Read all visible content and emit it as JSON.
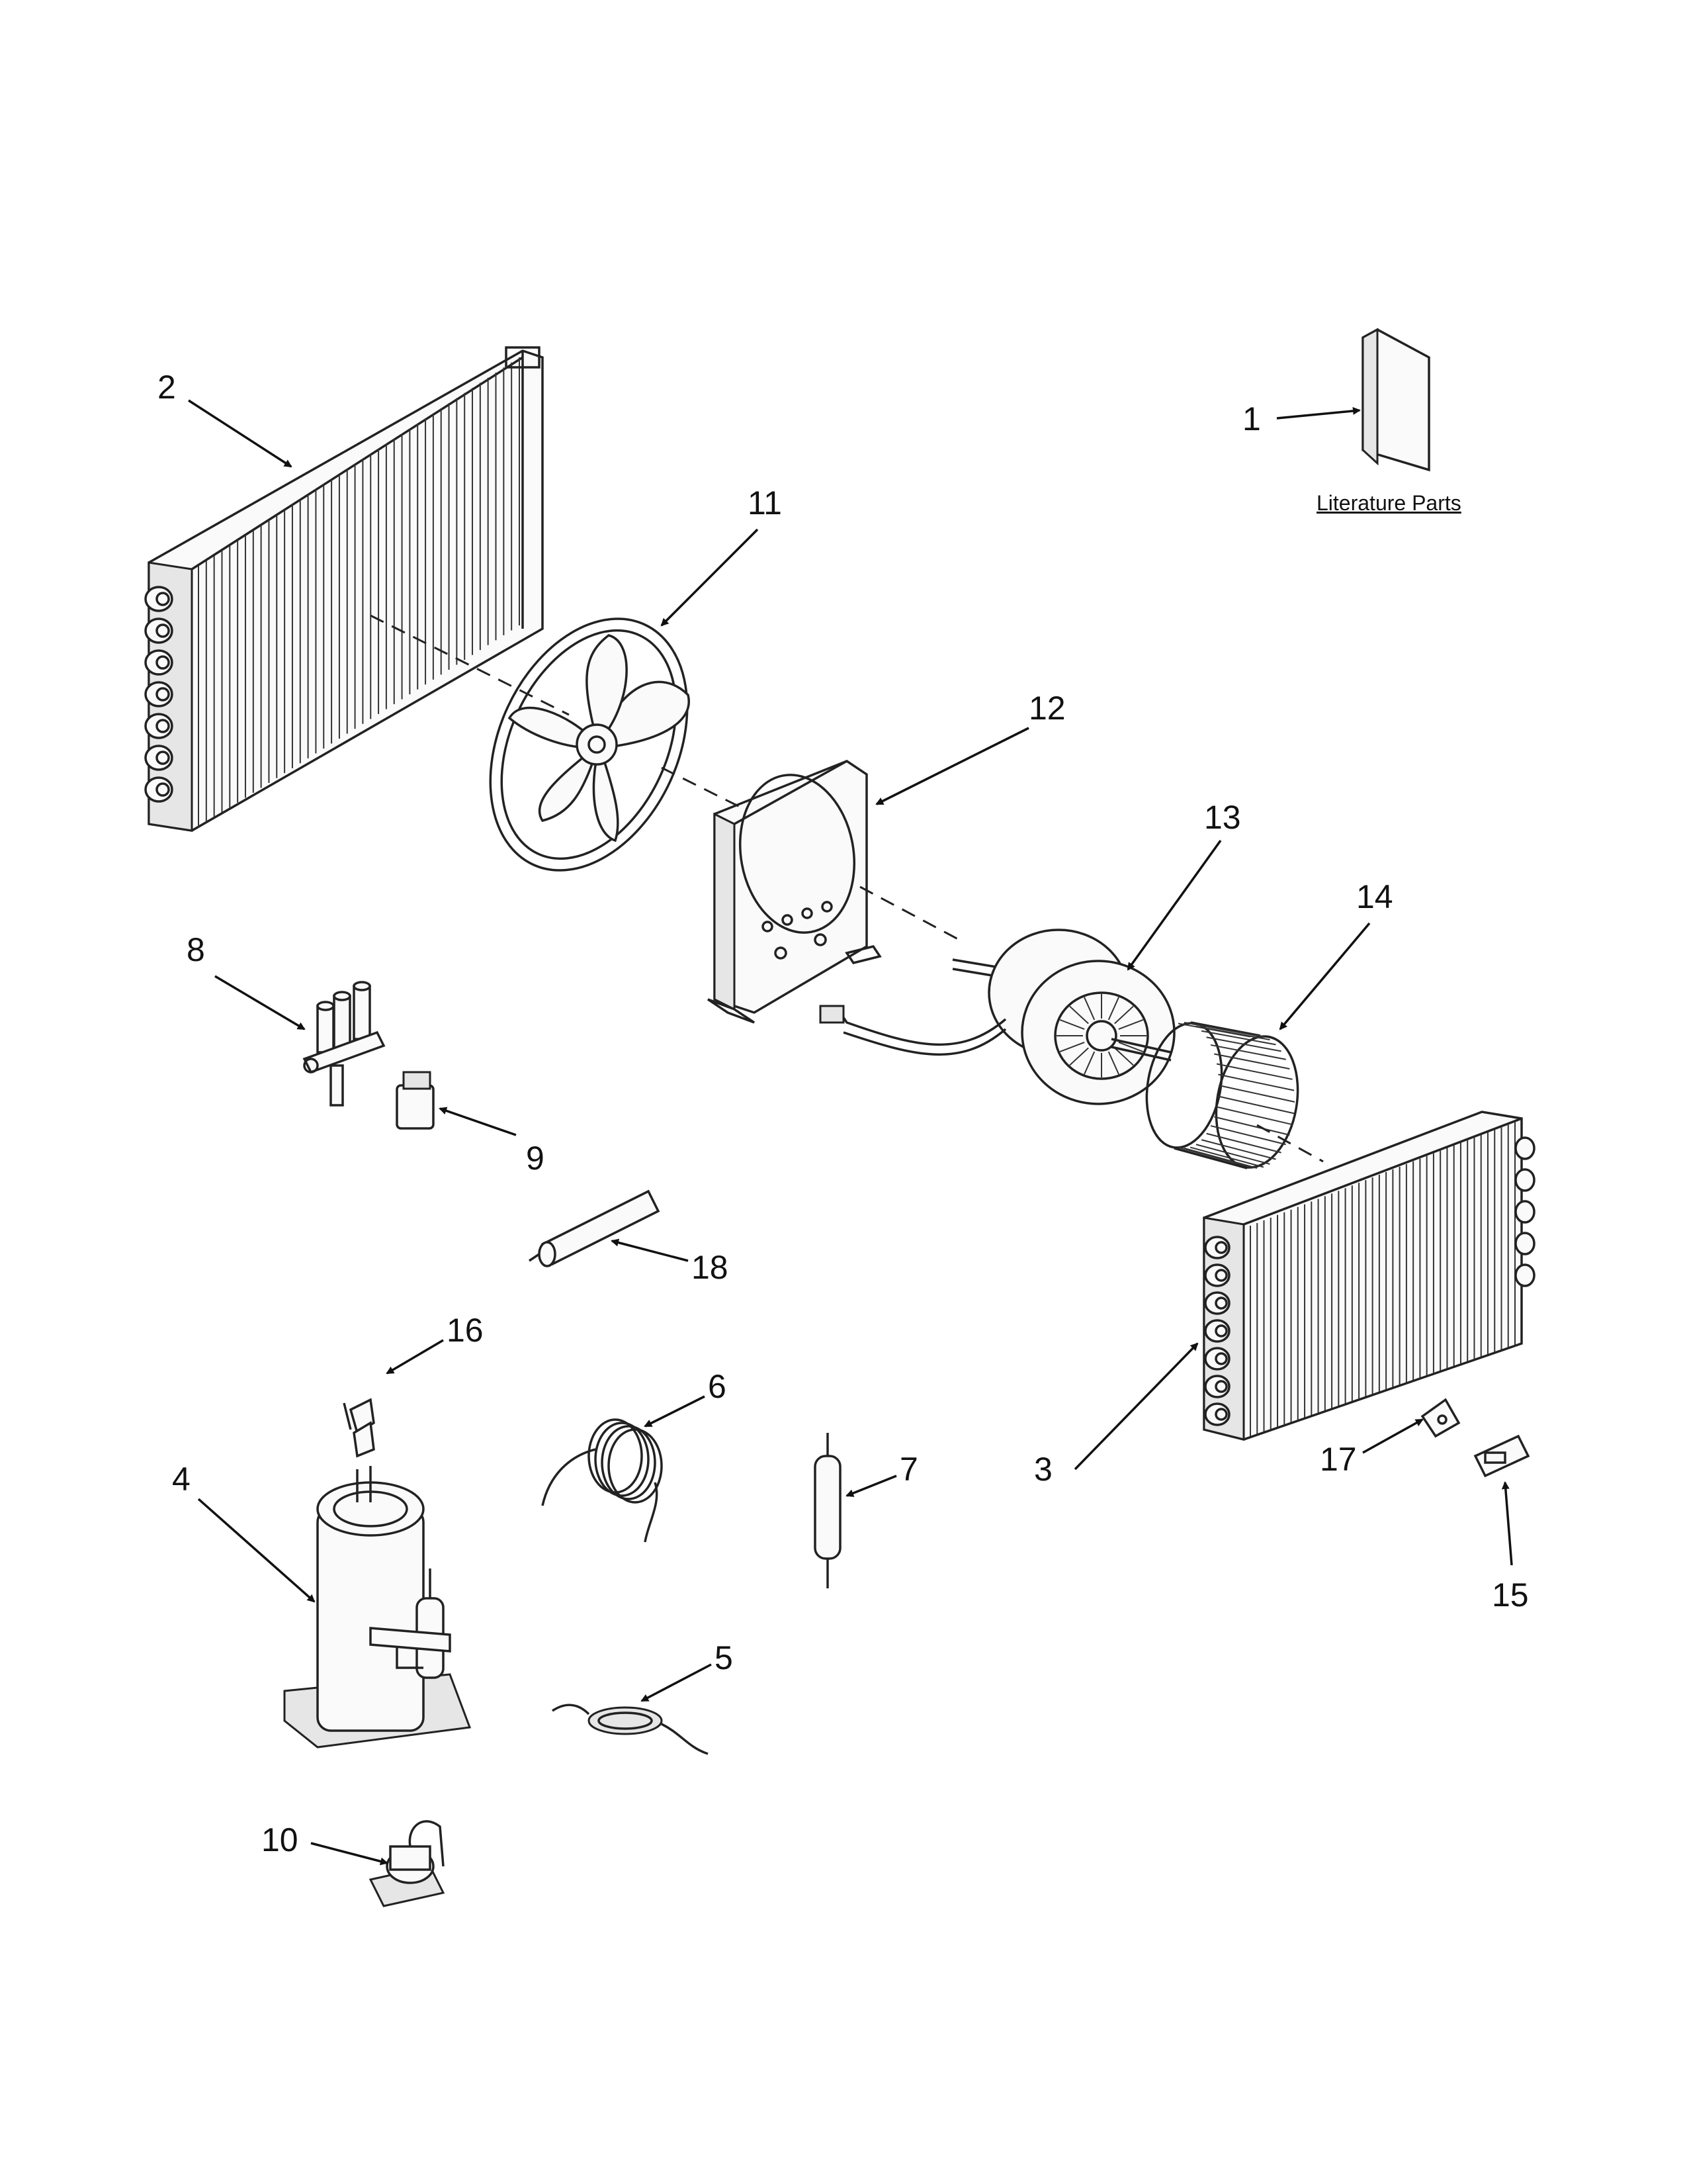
{
  "literature": {
    "label": "Literature Parts"
  },
  "callouts": [
    {
      "id": "1",
      "text": "1"
    },
    {
      "id": "2",
      "text": "2"
    },
    {
      "id": "3",
      "text": "3"
    },
    {
      "id": "4",
      "text": "4"
    },
    {
      "id": "5",
      "text": "5"
    },
    {
      "id": "6",
      "text": "6"
    },
    {
      "id": "7",
      "text": "7"
    },
    {
      "id": "8",
      "text": "8"
    },
    {
      "id": "9",
      "text": "9"
    },
    {
      "id": "10",
      "text": "10"
    },
    {
      "id": "11",
      "text": "11"
    },
    {
      "id": "12",
      "text": "12"
    },
    {
      "id": "13",
      "text": "13"
    },
    {
      "id": "14",
      "text": "14"
    },
    {
      "id": "15",
      "text": "15"
    },
    {
      "id": "16",
      "text": "16"
    },
    {
      "id": "17",
      "text": "17"
    },
    {
      "id": "18",
      "text": "18"
    }
  ]
}
